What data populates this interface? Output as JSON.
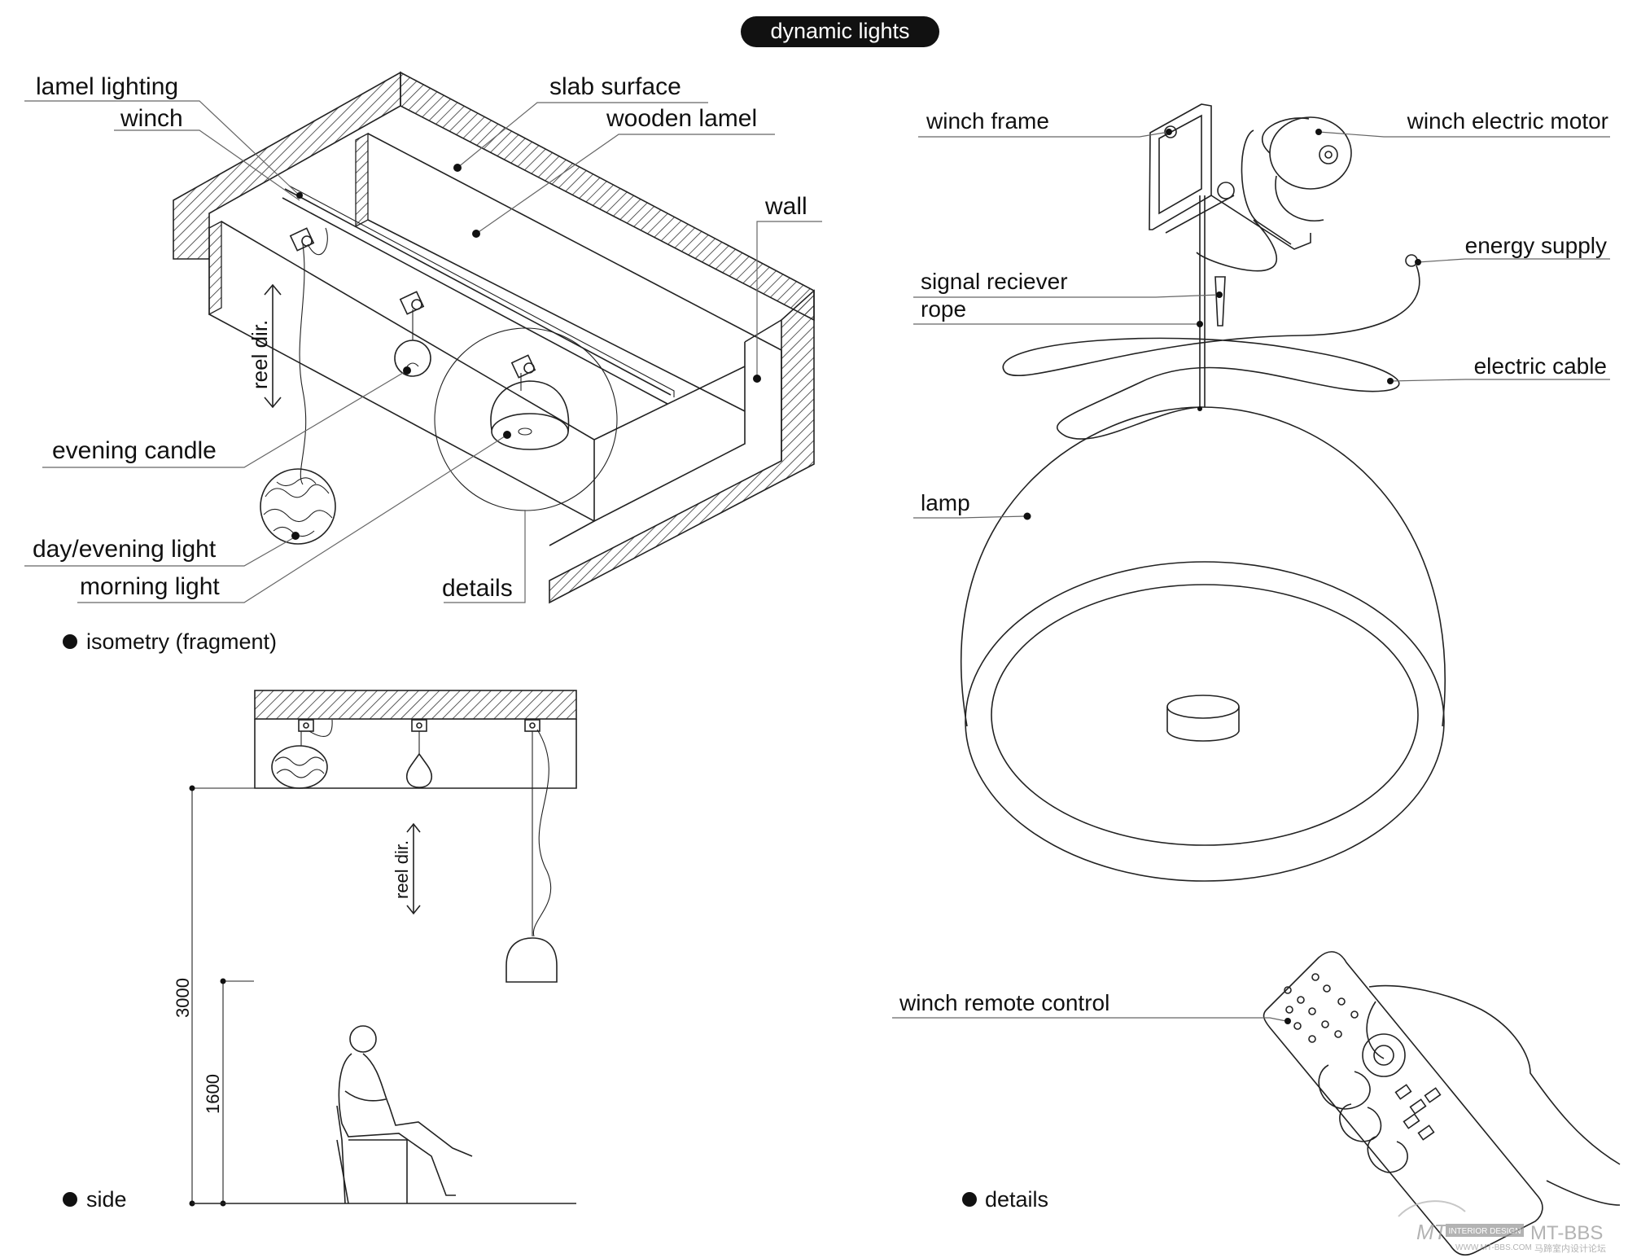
{
  "title": "dynamic lights",
  "iso": {
    "labels": {
      "lamel_lighting": "lamel lighting",
      "winch": "winch",
      "slab_surface": "slab surface",
      "wooden_lamel": "wooden lamel",
      "wall": "wall",
      "reel_dir": "reel dir.",
      "evening_candle": "evening candle",
      "day_evening_light": "day/evening light",
      "morning_light": "morning light",
      "details": "details"
    },
    "caption": "isometry (fragment)"
  },
  "side": {
    "caption": "side",
    "reel_dir": "reel dir.",
    "dim_height": "3000",
    "dim_eye": "1600"
  },
  "details": {
    "caption": "details",
    "labels": {
      "winch_frame": "winch frame",
      "winch_electric_motor": "winch electric motor",
      "energy_supply": "energy supply",
      "signal_reciever": "signal reciever",
      "rope": "rope",
      "electric_cable": "electric cable",
      "lamp": "lamp",
      "winch_remote_control": "winch remote control"
    }
  },
  "watermark": {
    "brand_left": "MT",
    "badge": "INTERIOR DESIGN",
    "brand_right": "MT-BBS",
    "url": "WWW.MT-BBS.COM",
    "tagline": "马蹄室内设计论坛"
  },
  "colors": {
    "ink": "#111111",
    "hatch": "#333333",
    "title_pill": "#111111",
    "title_text": "#ffffff",
    "watermark": "#9a9a9a"
  }
}
